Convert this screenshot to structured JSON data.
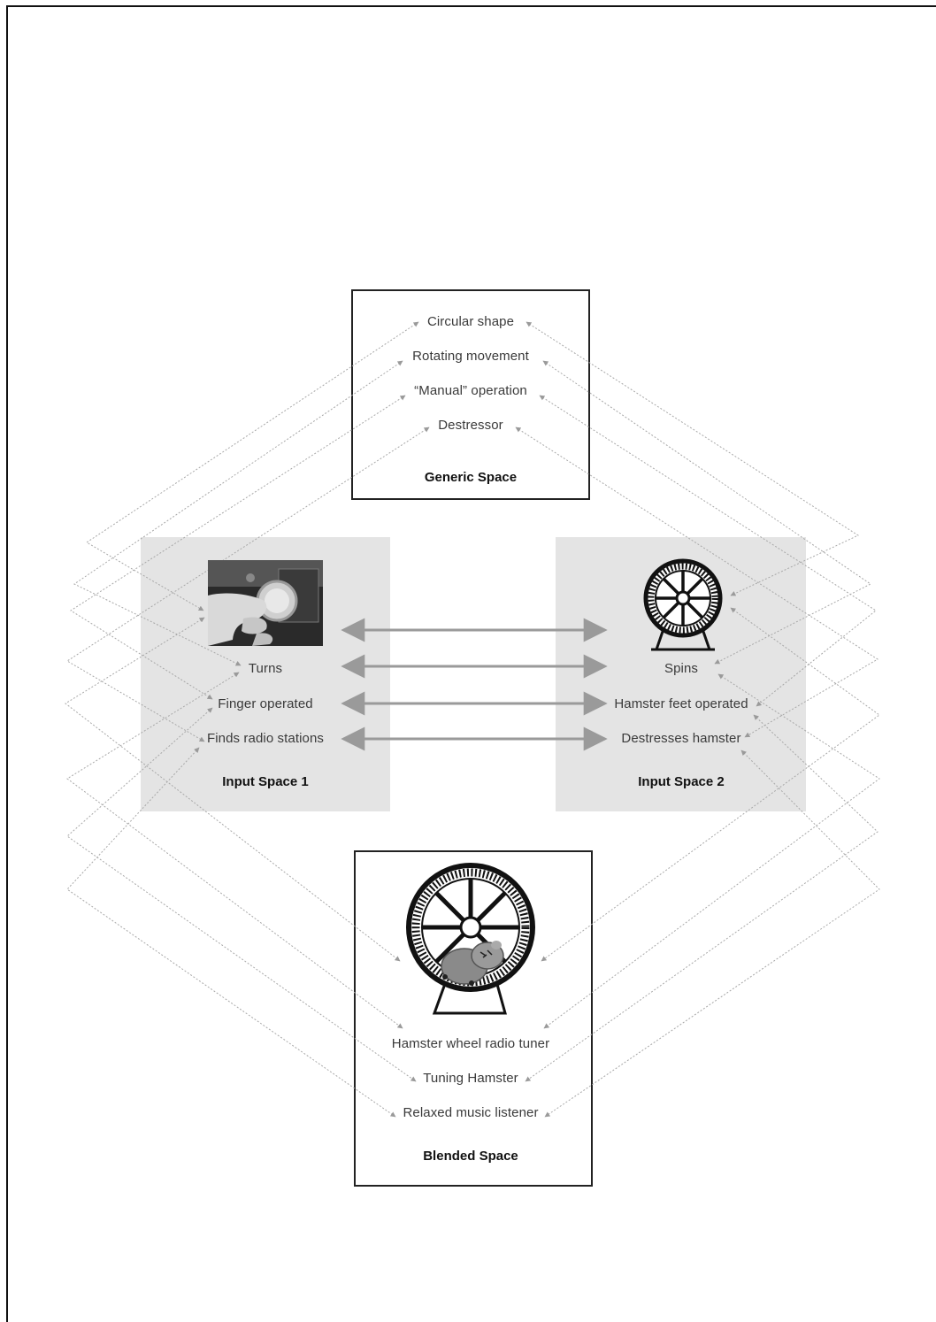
{
  "generic_space": {
    "title": "Generic Space",
    "items": [
      "Circular shape",
      "Rotating movement",
      "“Manual” operation",
      "Destressor"
    ]
  },
  "input_space_1": {
    "title": "Input Space 1",
    "image": "radio-tuning-knob-photo",
    "items": [
      "Turns",
      "Finger operated",
      "Finds radio stations"
    ]
  },
  "input_space_2": {
    "title": "Input Space 2",
    "image": "hamster-wheel-icon",
    "items": [
      "Spins",
      "Hamster feet operated",
      "Destresses hamster"
    ]
  },
  "blended_space": {
    "title": "Blended Space",
    "image": "hamster-in-wheel-illustration",
    "items": [
      "Hamster wheel radio tuner",
      "Tuning Hamster",
      "Relaxed music listener"
    ]
  },
  "colors": {
    "panel": "#e4e4e4",
    "arrow": "#9a9a9a",
    "border": "#222222"
  }
}
